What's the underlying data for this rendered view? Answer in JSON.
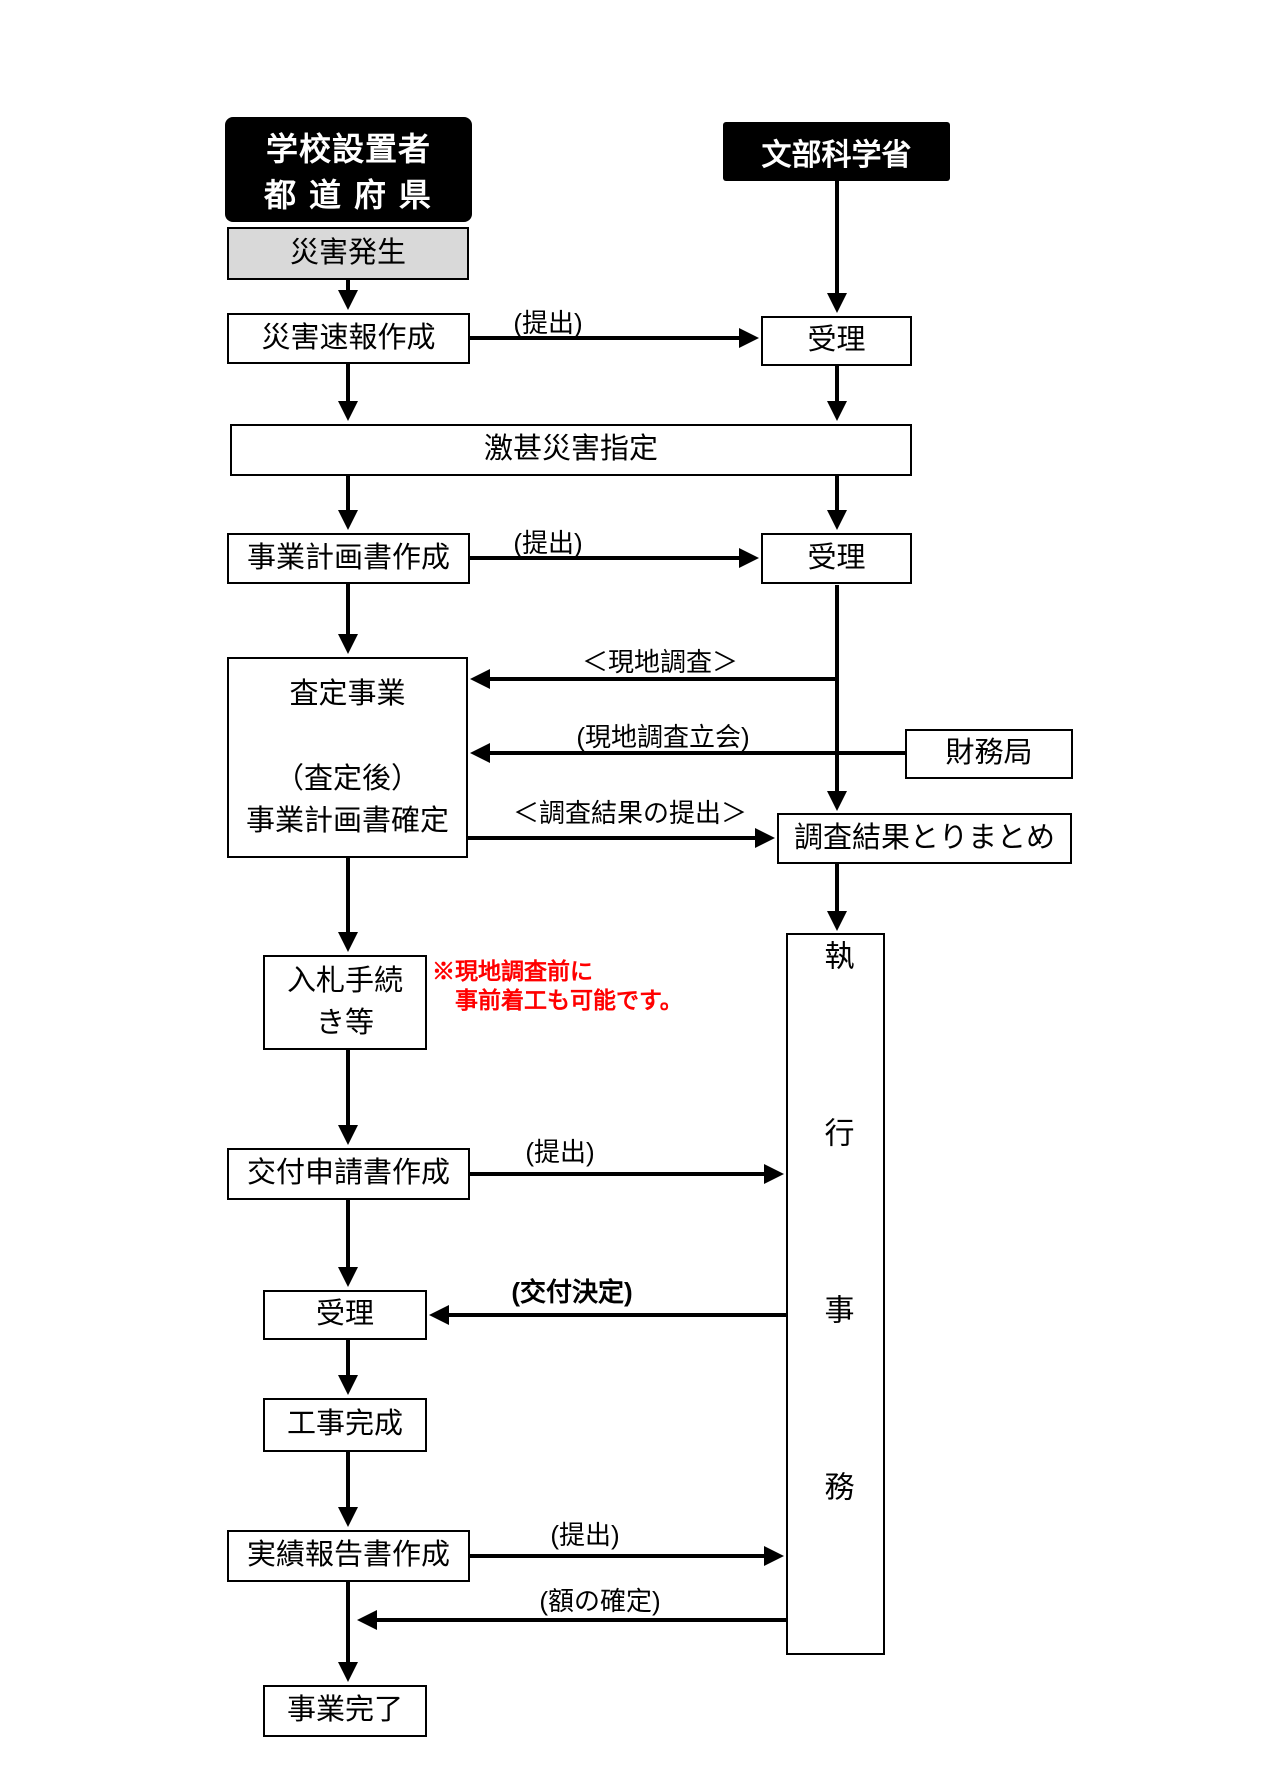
{
  "diagram": {
    "lanes": {
      "left_header_line1": "学校設置者",
      "left_header_line2": "都 道 府 県",
      "right_header": "文部科学省"
    },
    "nodes": {
      "disaster_occurs": "災害発生",
      "quick_report": "災害速報作成",
      "acceptance_1": "受理",
      "severe_designation": "激甚災害指定",
      "plan_create": "事業計画書作成",
      "acceptance_2": "受理",
      "assessment": "査定事業\n\n（査定後）\n事業計画書確定",
      "finance_bureau": "財務局",
      "survey_compilation": "調査結果とりまとめ",
      "bid_procedure": "入札手続\nき等",
      "execution_office": "執行事務",
      "grant_application": "交付申請書作成",
      "acceptance_3": "受理",
      "construction_complete": "工事完成",
      "performance_report": "実績報告書作成",
      "project_complete": "事業完了"
    },
    "edge_labels": {
      "submit_1": "(提出)",
      "submit_2": "(提出)",
      "site_survey": "＜現地調査＞",
      "site_survey_attendance": "(現地調査立会)",
      "survey_result_submit": "＜調査結果の提出＞",
      "submit_3": "(提出)",
      "grant_decision": "(交付決定)",
      "submit_4": "(提出)",
      "amount_determination": "(額の確定)"
    },
    "note": "※現地調査前に\n　事前着工も可能です。",
    "colors": {
      "note_red": "#ff0000",
      "lane_header_bg": "#000000",
      "disaster_bg": "#d9d9d9",
      "line": "#000000"
    }
  }
}
